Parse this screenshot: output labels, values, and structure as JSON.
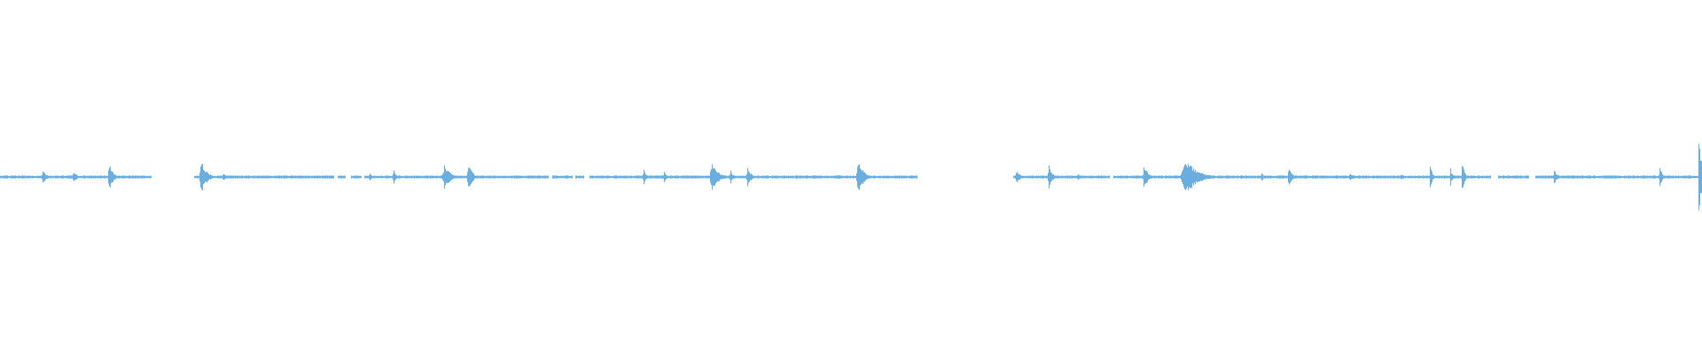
{
  "waveform": {
    "color": "#6aaee0",
    "duration_fraction_note": "",
    "baseline_fraction": 0.5,
    "silence_gaps": [
      [
        0.092,
        0.094
      ],
      [
        0.097,
        0.099
      ],
      [
        0.104,
        0.106
      ],
      [
        0.112,
        0.114
      ],
      [
        0.196,
        0.198
      ],
      [
        0.203,
        0.206
      ],
      [
        0.212,
        0.214
      ],
      [
        0.322,
        0.324
      ],
      [
        0.336,
        0.338
      ],
      [
        0.343,
        0.346
      ],
      [
        0.539,
        0.542
      ],
      [
        0.548,
        0.55
      ],
      [
        0.571,
        0.574
      ],
      [
        0.58,
        0.582
      ],
      [
        0.587,
        0.59
      ],
      [
        0.544,
        0.546
      ],
      [
        0.652,
        0.654
      ],
      [
        0.876,
        0.88
      ],
      [
        0.898,
        0.902
      ],
      [
        0.089,
        0.112
      ],
      [
        0.542,
        0.595
      ],
      [
        0.598,
        0.555
      ]
    ],
    "bursts": [
      {
        "pos": 0.025,
        "amp": 0.024,
        "width": 0.005
      },
      {
        "pos": 0.043,
        "amp": 0.019,
        "width": 0.005
      },
      {
        "pos": 0.064,
        "amp": 0.04,
        "width": 0.006
      },
      {
        "pos": 0.118,
        "amp": 0.052,
        "width": 0.008
      },
      {
        "pos": 0.131,
        "amp": 0.012,
        "width": 0.004
      },
      {
        "pos": 0.217,
        "amp": 0.013,
        "width": 0.004
      },
      {
        "pos": 0.231,
        "amp": 0.027,
        "width": 0.004
      },
      {
        "pos": 0.261,
        "amp": 0.038,
        "width": 0.01
      },
      {
        "pos": 0.275,
        "amp": 0.043,
        "width": 0.006
      },
      {
        "pos": 0.378,
        "amp": 0.025,
        "width": 0.004
      },
      {
        "pos": 0.39,
        "amp": 0.016,
        "width": 0.004
      },
      {
        "pos": 0.418,
        "amp": 0.04,
        "width": 0.01
      },
      {
        "pos": 0.429,
        "amp": 0.021,
        "width": 0.004
      },
      {
        "pos": 0.439,
        "amp": 0.032,
        "width": 0.005
      },
      {
        "pos": 0.504,
        "amp": 0.056,
        "width": 0.008
      },
      {
        "pos": 0.597,
        "amp": 0.02,
        "width": 0.006
      },
      {
        "pos": 0.616,
        "amp": 0.037,
        "width": 0.005
      },
      {
        "pos": 0.633,
        "amp": 0.012,
        "width": 0.004
      },
      {
        "pos": 0.672,
        "amp": 0.035,
        "width": 0.006
      },
      {
        "pos": 0.696,
        "amp": 0.06,
        "width": 0.018
      },
      {
        "pos": 0.741,
        "amp": 0.014,
        "width": 0.004
      },
      {
        "pos": 0.757,
        "amp": 0.038,
        "width": 0.004
      },
      {
        "pos": 0.793,
        "amp": 0.016,
        "width": 0.004
      },
      {
        "pos": 0.823,
        "amp": 0.012,
        "width": 0.004
      },
      {
        "pos": 0.84,
        "amp": 0.05,
        "width": 0.003
      },
      {
        "pos": 0.852,
        "amp": 0.03,
        "width": 0.003
      },
      {
        "pos": 0.859,
        "amp": 0.065,
        "width": 0.003
      },
      {
        "pos": 0.913,
        "amp": 0.02,
        "width": 0.006
      },
      {
        "pos": 0.975,
        "amp": 0.03,
        "width": 0.004
      },
      {
        "pos": 0.998,
        "amp": 0.135,
        "width": 0.004
      }
    ]
  }
}
